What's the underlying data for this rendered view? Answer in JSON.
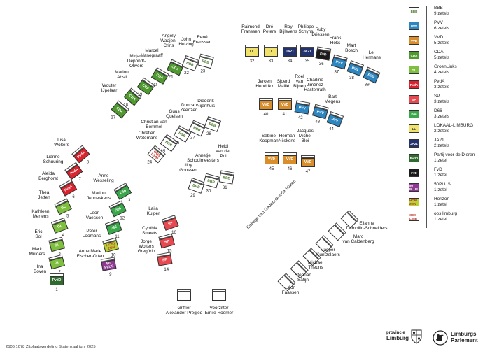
{
  "parties": [
    {
      "key": "BBB",
      "name": "BBB",
      "seats": "9 zetels",
      "color": "#ffffff",
      "text": "#4a7a2a",
      "abbr": "BBB"
    },
    {
      "key": "PVV",
      "name": "PVV",
      "seats": "6 zetels",
      "color": "#2e86c1",
      "text": "#ffffff",
      "abbr": "PVV"
    },
    {
      "key": "VVD",
      "name": "VVD",
      "seats": "5 zetels",
      "color": "#d98e2b",
      "text": "#ffffff",
      "abbr": "VVD"
    },
    {
      "key": "CDA",
      "name": "CDA",
      "seats": "5 zetels",
      "color": "#4e9a2f",
      "text": "#ffffff",
      "abbr": "CDA"
    },
    {
      "key": "GL",
      "name": "GroenLinks",
      "seats": "4 zetels",
      "color": "#7fbf3f",
      "text": "#ffffff",
      "abbr": "GL"
    },
    {
      "key": "PvdA",
      "name": "PvdA",
      "seats": "3 zetels",
      "color": "#d9232e",
      "text": "#ffffff",
      "abbr": "PvdA"
    },
    {
      "key": "SP",
      "name": "SP",
      "seats": "3 zetels",
      "color": "#e8484f",
      "text": "#ffffff",
      "abbr": "SP"
    },
    {
      "key": "D66",
      "name": "D66",
      "seats": "3 zetels",
      "color": "#3aa84a",
      "text": "#ffffff",
      "abbr": "D66"
    },
    {
      "key": "LL",
      "name": "LOKAAL-LIMBURG",
      "seats": "2 zetels",
      "color": "#f0e26a",
      "text": "#333333",
      "abbr": "LL"
    },
    {
      "key": "JA21",
      "name": "JA21",
      "seats": "2 zetels",
      "color": "#24336e",
      "text": "#ffffff",
      "abbr": "JA21"
    },
    {
      "key": "PvdD",
      "name": "Partij voor de Dieren",
      "seats": "1 zetel",
      "color": "#2f6b2f",
      "text": "#ffffff",
      "abbr": "PvdD"
    },
    {
      "key": "FvD",
      "name": "FvD",
      "seats": "1 zetel",
      "color": "#1a1a1a",
      "text": "#ffffff",
      "abbr": "FvD"
    },
    {
      "key": "50P",
      "name": "50PLUS",
      "seats": "1 zetel",
      "color": "#8e3a93",
      "text": "#ffffff",
      "abbr": "50 PLUS"
    },
    {
      "key": "HZ",
      "name": "Horizon",
      "seats": "1 zetel",
      "color": "#b5d334",
      "text": "#c0392b",
      "abbr": "HORI ZON"
    },
    {
      "key": "OOS",
      "name": "oos limburg",
      "seats": "1 zetel",
      "color": "#ffffff",
      "text": "#c0392b",
      "abbr": "OOS LIMB"
    }
  ],
  "seats": [
    {
      "n": "1",
      "p": "PvdD",
      "name": "Ina\nBoven"
    },
    {
      "n": "2",
      "p": "GL",
      "name": "Mark\nMulders"
    },
    {
      "n": "3",
      "p": "GL",
      "name": "Eric\nSol"
    },
    {
      "n": "4",
      "p": "GL",
      "name": "Kathleen\nMertens"
    },
    {
      "n": "5",
      "p": "GL",
      "name": "Thea\nJetten"
    },
    {
      "n": "6",
      "p": "PvdA",
      "name": "Aleida\nBerghorst"
    },
    {
      "n": "7",
      "p": "PvdA",
      "name": "Lianne\nSchuuring"
    },
    {
      "n": "8",
      "p": "PvdA",
      "name": "Lisa\nWolters"
    },
    {
      "n": "9",
      "p": "50P",
      "name": "Anne Marie\nFischer-Otten"
    },
    {
      "n": "10",
      "p": "HZ",
      "name": "Peter\nLoomans"
    },
    {
      "n": "11",
      "p": "D66",
      "name": "Leon\nVaessen"
    },
    {
      "n": "12",
      "p": "D66",
      "name": "Marlou\nJenneskens"
    },
    {
      "n": "13",
      "p": "D66",
      "name": "Anne\nWesseling"
    },
    {
      "n": "14",
      "p": "SP",
      "name": "Jorge\nWolters\nGregório"
    },
    {
      "n": "15",
      "p": "SP",
      "name": "Cynthia\nSmeets"
    },
    {
      "n": "16",
      "p": "SP",
      "name": "Laila\nKuiper"
    },
    {
      "n": "17",
      "p": "CDA",
      "name": "Wouter\nIJpelaar"
    },
    {
      "n": "18",
      "p": "CDA",
      "name": "Marlou\nAbsil"
    },
    {
      "n": "19",
      "p": "CDA",
      "name": "Mirjam\nDepondt-\nOlivers"
    },
    {
      "n": "20",
      "p": "CDA",
      "name": "Marcel\nHanegraaff"
    },
    {
      "n": "21",
      "p": "CDA",
      "name": "Angely\nWaajen-\nCrins"
    },
    {
      "n": "22",
      "p": "BBB",
      "name": "John\nHuizing"
    },
    {
      "n": "23",
      "p": "BBB",
      "name": "René\nFranssen"
    },
    {
      "n": "24",
      "p": "OOS",
      "name": "Chrétien\nWetemans"
    },
    {
      "n": "25",
      "p": "BBB",
      "name": "Christian van\nBommel"
    },
    {
      "n": "26",
      "p": "BBB",
      "name": "Guus\nQueisen"
    },
    {
      "n": "27",
      "p": "BBB",
      "name": "Duncan\nZeedzen"
    },
    {
      "n": "28",
      "p": "BBB",
      "name": "Diederik\nNijenhuis"
    },
    {
      "n": "29",
      "p": "BBB",
      "name": "Illoy\nGoossen"
    },
    {
      "n": "30",
      "p": "BBB",
      "name": "Annetje\nSchoolmeesters"
    },
    {
      "n": "31",
      "p": "BBB",
      "name": "Heidi\nvan der\nPol"
    },
    {
      "n": "32",
      "p": "LL",
      "name": "Raimond\nFranssen"
    },
    {
      "n": "33",
      "p": "LL",
      "name": "Dré\nPeters"
    },
    {
      "n": "34",
      "p": "JA21",
      "name": "Roy\nBijlevens"
    },
    {
      "n": "35",
      "p": "JA21",
      "name": "Philippe\nSchyns"
    },
    {
      "n": "36",
      "p": "FvD",
      "name": "Ruby\nDriessen"
    },
    {
      "n": "37",
      "p": "PVV",
      "name": "Frank\nHoks"
    },
    {
      "n": "38",
      "p": "PVV",
      "name": "Mart\nBosch"
    },
    {
      "n": "39",
      "p": "PVV",
      "name": "Lei\nHermans"
    },
    {
      "n": "40",
      "p": "VVD",
      "name": "Jeroen\nHendrikx"
    },
    {
      "n": "41",
      "p": "VVD",
      "name": "Sjoerd\nMaillé"
    },
    {
      "n": "42",
      "p": "PVV",
      "name": "Roel\nvan\nBijnen"
    },
    {
      "n": "43",
      "p": "PVV",
      "name": "Charline\nJiménez\nHastenrath"
    },
    {
      "n": "44",
      "p": "PVV",
      "name": "Bart\nMegens"
    },
    {
      "n": "45",
      "p": "VVD",
      "name": "Sabine\nKoopman"
    },
    {
      "n": "46",
      "p": "VVD",
      "name": "Herman\nNijskens"
    },
    {
      "n": "47",
      "p": "VVD",
      "name": "Jacques\nMichel\nBloi"
    }
  ],
  "dais": [
    {
      "role": "Griffier",
      "name": "Alexander Pregled"
    },
    {
      "role": "Voorzitter",
      "name": "Emile Roemer"
    }
  ],
  "college": {
    "title": "College van Gedeputeerde Staten",
    "members": [
      "Léon\nFaassen",
      "Stephan\nSatijn",
      "Michael\nTheuns",
      "Jasper\nKuntzelaers",
      "Marc\nvan Caldenberg",
      "Elianne\nDemollin-Schneiders"
    ]
  },
  "footer": "2506 1078 Zitplaatsverdeling Statenzaal juni 2025",
  "logos": {
    "provincie_small": "provincie",
    "provincie_big": "Limburg",
    "parlement_1": "Limburgs",
    "parlement_2": "Parlement"
  }
}
